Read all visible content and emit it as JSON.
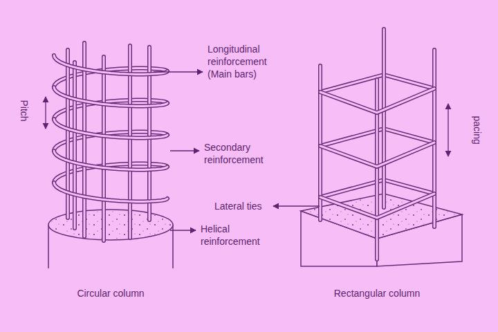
{
  "diagram": {
    "labels": [
      "Longitudinal reinforcement (Main bars)",
      "Pitch",
      "Secondary reinforcement",
      "Lateral ties",
      "Helical reinforcement",
      "pacing",
      "Circular column",
      "Rectangular column"
    ]
  }
}
